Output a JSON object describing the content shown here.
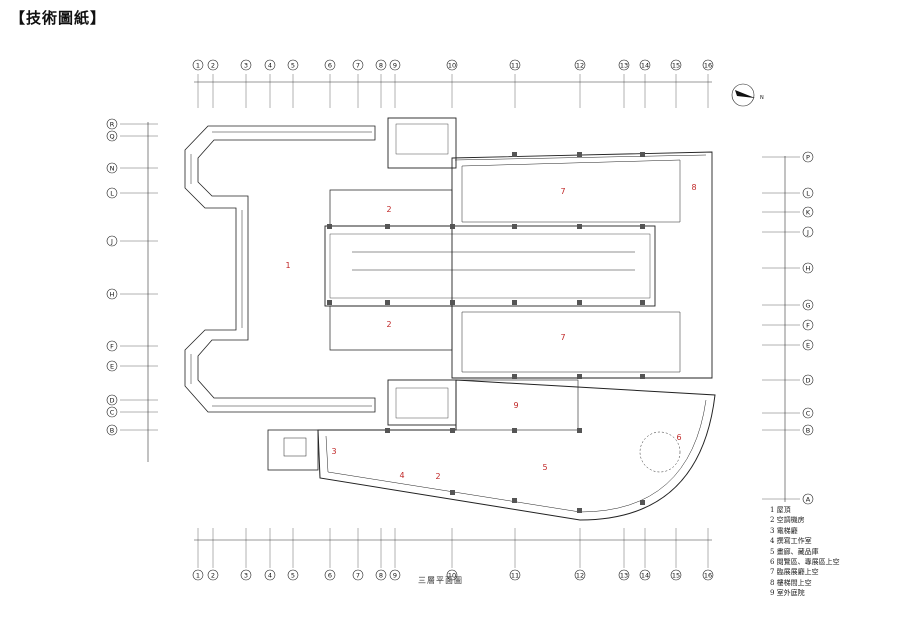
{
  "header": {
    "title": "【技術圖紙】"
  },
  "caption": "三層平面圖",
  "grid": {
    "columns": [
      "1",
      "2",
      "3",
      "4",
      "5",
      "6",
      "7",
      "8",
      "9",
      "10",
      "11",
      "12",
      "13",
      "14",
      "15",
      "16"
    ],
    "left_rows": [
      "R",
      "Q",
      "N",
      "L",
      "J",
      "H",
      "F",
      "E",
      "D",
      "C",
      "B"
    ],
    "right_rows": [
      "P",
      "L",
      "K",
      "J",
      "H",
      "G",
      "F",
      "E",
      "D",
      "C",
      "B",
      "A"
    ]
  },
  "rooms": [
    "1",
    "2",
    "2",
    "3",
    "4",
    "2",
    "5",
    "6",
    "7",
    "7",
    "8",
    "9"
  ],
  "legend": [
    "1 屋頂",
    "2 空調機房",
    "3 電梯廳",
    "4 撰寫工作室",
    "5 畫廊、藏品庫",
    "6 閱覽區、專展區上空",
    "7 臨展展廳上空",
    "8 樓梯間上空",
    "9 室外庭院"
  ],
  "north": {
    "label": "N"
  }
}
